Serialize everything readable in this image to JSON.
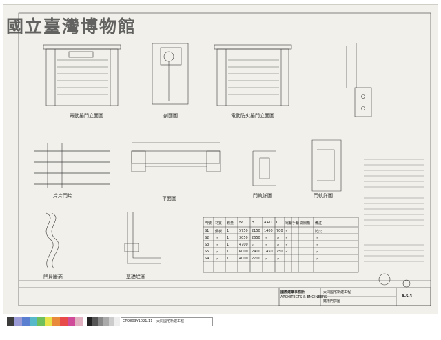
{
  "watermark": "國立臺灣博物館",
  "drawings": {
    "elevation_1": "電動捲門立面圖",
    "side": "剖面圖",
    "elevation_2": "電動防火捲門立面圖",
    "plan": "平面圖",
    "detail_a": "門軌詳圖",
    "detail_b": "門軌詳圖",
    "slat": "片片門片",
    "profile": "門片斷面",
    "anchor": "基礎詳圖"
  },
  "schedule": {
    "headers": [
      "門號",
      "材質",
      "數量",
      "W",
      "H",
      "A+D",
      "C",
      "電動",
      "手動",
      "開關箱",
      "備註"
    ],
    "rows": [
      {
        "no": "S1",
        "mat": "鋼板",
        "qty": "1",
        "w": "5750",
        "h": "2150",
        "ad": "1400",
        "c": "700",
        "mark": "✓",
        "note": "防火"
      },
      {
        "no": "S2",
        "mat": "〃",
        "qty": "1",
        "w": "3050",
        "h": "2650",
        "ad": "〃",
        "c": "〃",
        "mark": "✓",
        "note": "〃"
      },
      {
        "no": "S3",
        "mat": "〃",
        "qty": "1",
        "w": "4700",
        "h": "〃",
        "ad": "〃",
        "c": "〃",
        "mark": "✓",
        "note": "〃"
      },
      {
        "no": "S5",
        "mat": "〃",
        "qty": "1",
        "w": "6000",
        "h": "2410",
        "ad": "1450",
        "c": "750",
        "mark": "✓",
        "note": "〃"
      },
      {
        "no": "S4",
        "mat": "〃",
        "qty": "1",
        "w": "4000",
        "h": "2700",
        "ad": "〃",
        "c": "〃",
        "mark": "",
        "note": "〃"
      }
    ]
  },
  "title_block": {
    "firm": "國際建築事務所",
    "firm_en": "ARCHITECTS & ENGINEERS",
    "project": "大同國宅新建工程",
    "sheet_title": "鐵捲門詳圖",
    "sheet_no": "A-5-3"
  },
  "colorbar": {
    "code": "CR9803Y1021.11",
    "title": "大同國宅新建工程",
    "colors": [
      "#3c3c3c",
      "#9a9ad6",
      "#5b7fd0",
      "#56b8c8",
      "#6fbf5c",
      "#e8e34a",
      "#e88a3a",
      "#e84a4a",
      "#d04a9a",
      "#e0b0c0"
    ],
    "grays": [
      "#222222",
      "#555555",
      "#888888",
      "#aaaaaa",
      "#cccccc",
      "#eeeeee"
    ]
  }
}
